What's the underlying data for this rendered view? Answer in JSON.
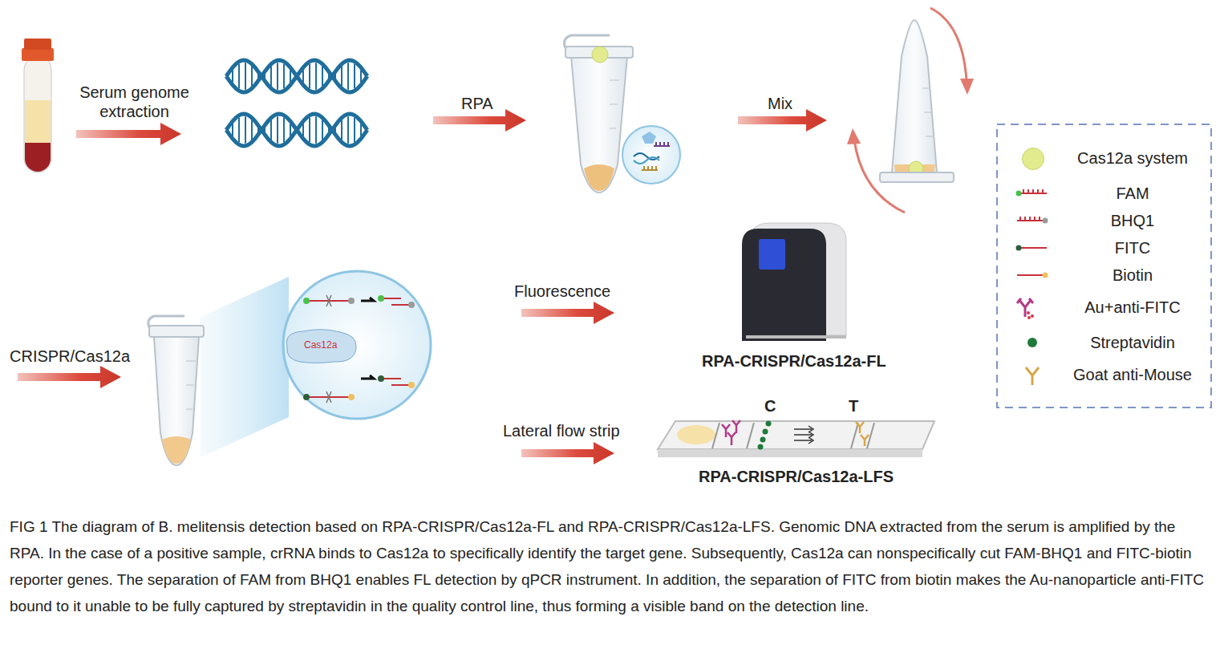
{
  "diagram": {
    "caption": "FIG 1 The diagram of B. melitensis detection based on RPA-CRISPR/Cas12a-FL and RPA-CRISPR/Cas12a-LFS. Genomic DNA extracted from the serum is amplified by the RPA. In the case of a positive sample, crRNA binds to Cas12a to specifically identify the target gene. Subsequently, Cas12a can nonspecifically cut FAM-BHQ1 and FITC-biotin reporter genes. The separation of FAM from BHQ1 enables FL detection by qPCR instrument. In addition, the separation of FITC from biotin makes the Au-nanoparticle anti-FITC bound to it unable to be fully captured by streptavidin in the quality control line, thus forming a visible band on the detection line.",
    "nodes": [
      {
        "text": [
          "RPA-CRISPR/Cas12a-FL"
        ]
      },
      {
        "text": [
          "C",
          "T",
          "RPA-CRISPR/Cas12a-LFS"
        ]
      },
      {
        "text": [
          "Cas12a"
        ]
      }
    ],
    "labels": [
      "Serum genome extraction",
      "RPA",
      "Mix",
      "CRISPR/Cas12a",
      "Fluorescence",
      "Lateral flow strip"
    ],
    "legend": [
      {
        "text": "Cas12a system",
        "color": "#e2ec8e"
      },
      {
        "text": "FAM"
      },
      {
        "text": "BHQ1"
      },
      {
        "text": "FITC"
      },
      {
        "text": "Biotin"
      },
      {
        "text": "Au+anti-FITC"
      },
      {
        "text": "Streptavidin",
        "color": "#1f7a3a"
      },
      {
        "text": "Goat anti-Mouse"
      }
    ]
  }
}
